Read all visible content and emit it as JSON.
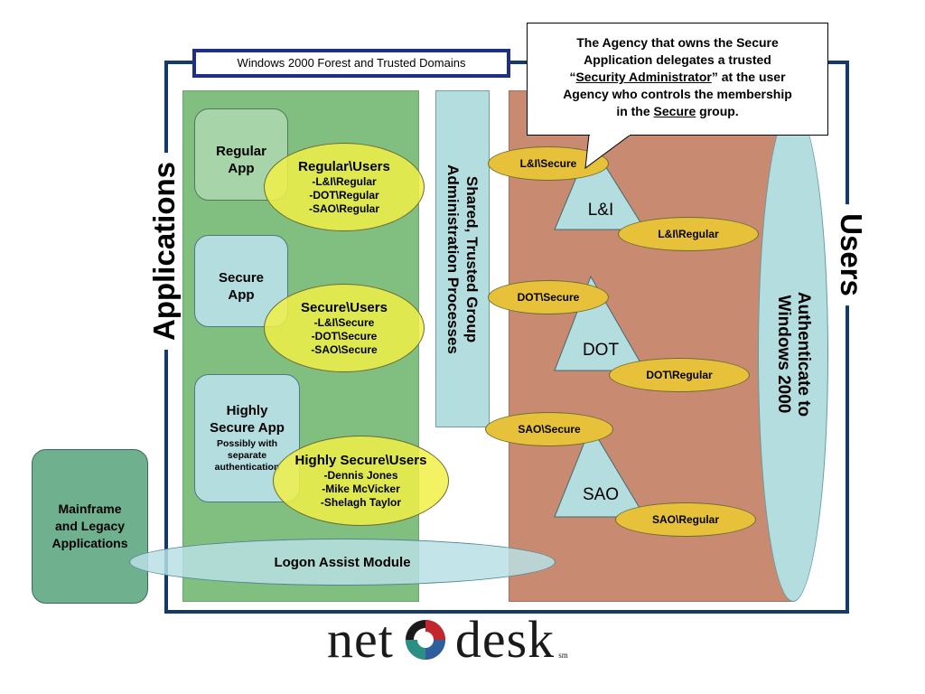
{
  "forest_title": "Windows 2000 Forest and Trusted Domains",
  "side_labels": {
    "left": "Applications",
    "right": "Users"
  },
  "shared_box": {
    "line1": "Shared, Trusted Group",
    "line2": "Administration Processes"
  },
  "auth": {
    "line1": "Authenticate to",
    "line2": "Windows 2000"
  },
  "apps": {
    "regular": {
      "line1": "Regular",
      "line2": "App"
    },
    "secure": {
      "line1": "Secure",
      "line2": "App"
    },
    "highly": {
      "line1": "Highly",
      "line2": "Secure App",
      "sub1": "Possibly with",
      "sub2": "separate",
      "sub3": "authentication"
    }
  },
  "groups": {
    "regular": {
      "title": "Regular\\Users",
      "items": [
        "-L&I\\Regular",
        "-DOT\\Regular",
        "-SAO\\Regular"
      ]
    },
    "secure": {
      "title": "Secure\\Users",
      "items": [
        "-L&I\\Secure",
        "-DOT\\Secure",
        "-SAO\\Secure"
      ]
    },
    "highly": {
      "title": "Highly Secure\\Users",
      "items": [
        "-Dennis Jones",
        "-Mike McVicker",
        "-Shelagh Taylor"
      ]
    }
  },
  "mainframe": {
    "line1": "Mainframe",
    "line2": "and Legacy",
    "line3": "Applications"
  },
  "logon": "Logon Assist Module",
  "agencies": [
    {
      "name": "L&I",
      "secure": "L&I\\Secure",
      "regular": "L&I\\Regular"
    },
    {
      "name": "DOT",
      "secure": "DOT\\Secure",
      "regular": "DOT\\Regular"
    },
    {
      "name": "SAO",
      "secure": "SAO\\Secure",
      "regular": "SAO\\Regular"
    }
  ],
  "callout": {
    "line1": "The Agency that owns the Secure",
    "line2": "Application delegates a trusted",
    "quote_open": "“",
    "role": "Security Administrator",
    "quote_close_rest": "” at the user",
    "line4": "Agency who controls the membership",
    "line5_pre": "in the ",
    "line5_group": "Secure",
    "line5_post": " group."
  },
  "logo": {
    "word1": "net",
    "word2": "desk",
    "mark": "sm"
  },
  "colors": {
    "frame": "#163a66",
    "green_panel": "#80bf7f",
    "brown_panel": "#c98a72",
    "light_blue": "#b4dde0",
    "yellow": "#f0f046",
    "gold": "#e7c13a"
  }
}
